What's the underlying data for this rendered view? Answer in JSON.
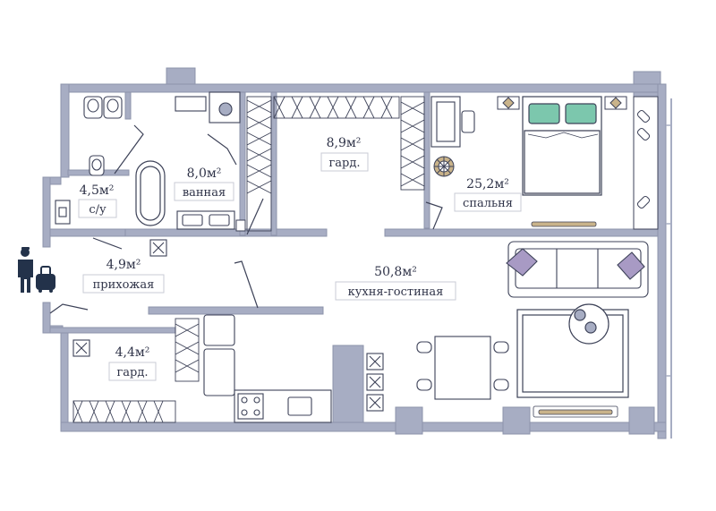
{
  "colors": {
    "wall": "#a7adc3",
    "wall_dark": "#8e94ab",
    "line": "#3d4258",
    "floor": "#ffffff",
    "bedding": "#7cc7ad",
    "pillow": "#a89ac4",
    "wood": "#c9b38a"
  },
  "rooms": [
    {
      "key": "wc",
      "area": "4,5м²",
      "name": "с/у"
    },
    {
      "key": "bath",
      "area": "8,0м²",
      "name": "ванная"
    },
    {
      "key": "closet_top",
      "area": "8,9м²",
      "name": "гард."
    },
    {
      "key": "bedroom",
      "area": "25,2м²",
      "name": "спальня"
    },
    {
      "key": "hall",
      "area": "4,9м²",
      "name": "прихожая"
    },
    {
      "key": "living",
      "area": "50,8м²",
      "name": "кухня-гостиная"
    },
    {
      "key": "closet_bottom",
      "area": "4,4м²",
      "name": "гард."
    }
  ],
  "icons": {
    "entrance": "person-with-luggage-icon",
    "vent": "ventilation-grille-icon"
  }
}
